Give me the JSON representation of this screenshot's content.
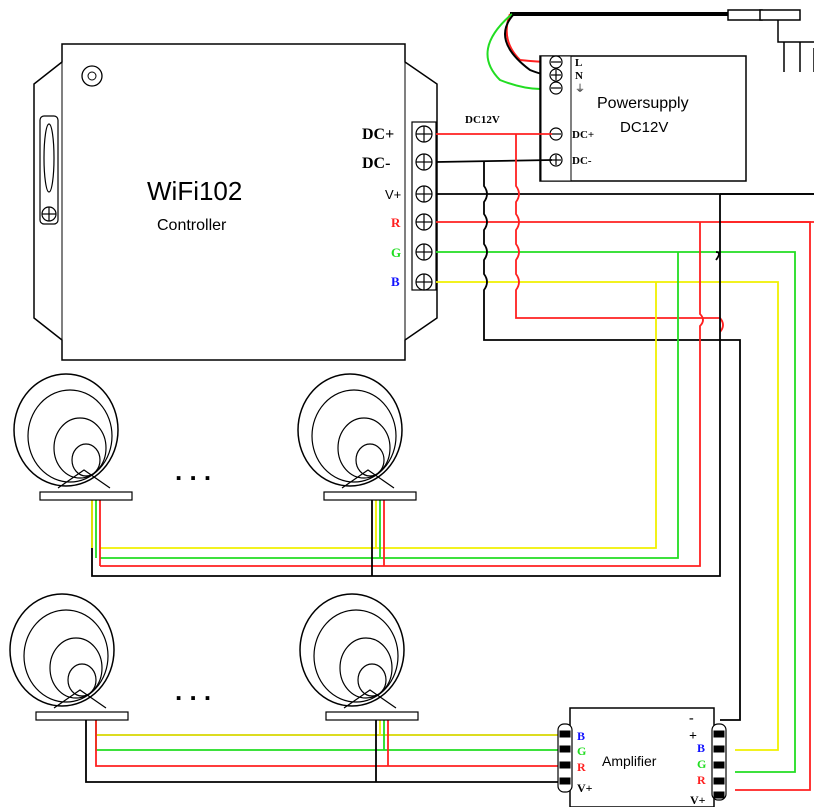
{
  "controller": {
    "name": "WiFi102",
    "subtitle": "Controller",
    "terminals": [
      "DC+",
      "DC-",
      "V+",
      "R",
      "G",
      "B"
    ]
  },
  "power_supply": {
    "title": "Powersupply",
    "voltage": "DC12V",
    "terminals": [
      "L",
      "N",
      "⏚",
      "DC+",
      "DC-"
    ],
    "supply_label": "DC12V"
  },
  "amplifier": {
    "name": "Amplifier",
    "input_terminals": [
      "B",
      "G",
      "R",
      "V+"
    ],
    "output_terminals": [
      "-",
      "+",
      "B",
      "G",
      "R",
      "V+"
    ]
  },
  "lamps": {
    "ellipsis": ". . ."
  },
  "colors": {
    "red": "#ff2020",
    "green": "#22dd22",
    "yellow": "#f0f000",
    "blue": "#1010ff",
    "black": "#000000"
  }
}
